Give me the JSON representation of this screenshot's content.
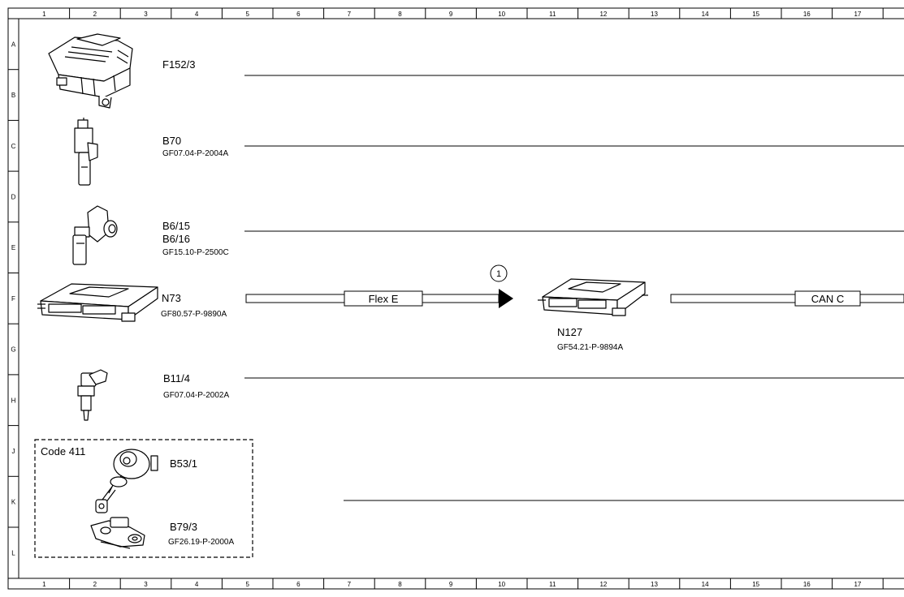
{
  "grid": {
    "columns": [
      "1",
      "2",
      "3",
      "4",
      "5",
      "6",
      "7",
      "8",
      "9",
      "10",
      "11",
      "12",
      "13",
      "14",
      "15",
      "16",
      "17"
    ],
    "rows": [
      "A",
      "B",
      "C",
      "D",
      "E",
      "F",
      "G",
      "H",
      "J",
      "K",
      "L"
    ]
  },
  "components": {
    "f152_3": {
      "label": "F152/3"
    },
    "b70": {
      "label": "B70",
      "doc": "GF07.04-P-2004A"
    },
    "b6": {
      "label1": "B6/15",
      "label2": "B6/16",
      "doc": "GF15.10-P-2500C"
    },
    "n73": {
      "label": "N73",
      "doc": "GF80.57-P-9890A"
    },
    "b11_4": {
      "label": "B11/4",
      "doc": "GF07.04-P-2002A"
    },
    "n127": {
      "label": "N127",
      "doc": "GF54.21-P-9894A"
    },
    "option": {
      "code": "Code 411",
      "b53_1": "B53/1",
      "b79_3": "B79/3",
      "doc": "GF26.19-P-2000A"
    }
  },
  "buses": {
    "flex_e": "Flex E",
    "can_c": "CAN C"
  },
  "callout": {
    "number": "1"
  }
}
